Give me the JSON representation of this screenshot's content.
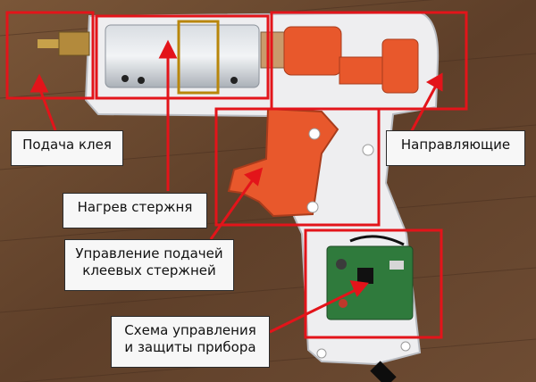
{
  "labels": {
    "glue_feed": "Подача клея",
    "rod_heating": "Нагрев стержня",
    "guides": "Направляющие",
    "feed_control_line1": "Управление подачей",
    "feed_control_line2": "клеевых стержней",
    "circuit_line1": "Схема управления",
    "circuit_line2": "и защиты прибора"
  },
  "colors": {
    "highlight": "#e3141a",
    "trigger": "#e8582c",
    "housing": "#eeeef0",
    "wood": "#6b4a33"
  }
}
